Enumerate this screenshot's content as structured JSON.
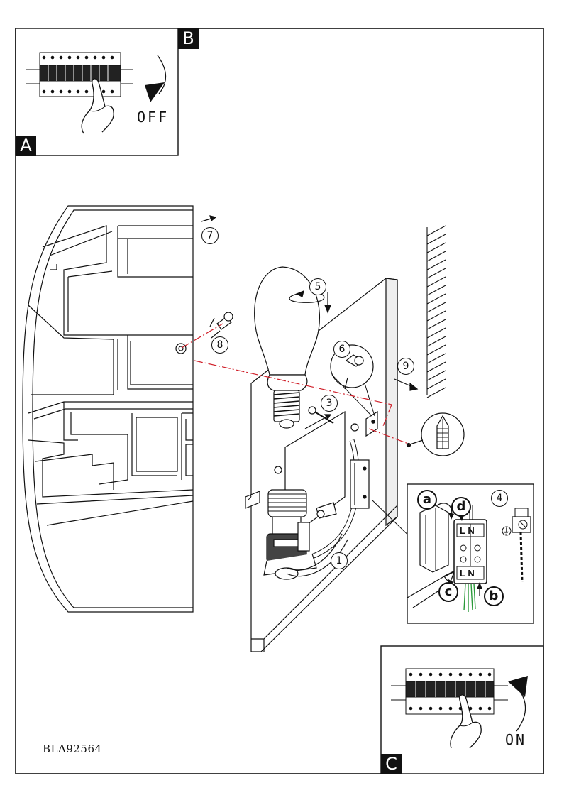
{
  "panels": {
    "a_label": "A",
    "b_label": "B",
    "c_label": "C"
  },
  "switch_states": {
    "off_text": "OFF",
    "on_text": "ON"
  },
  "steps": [
    "7",
    "8",
    "5",
    "6",
    "9",
    "3",
    "2",
    "1",
    "4"
  ],
  "wiring": {
    "callouts": [
      "a",
      "b",
      "c",
      "d"
    ],
    "terminal_top": "L N",
    "terminal_bottom": "L N"
  },
  "earth_symbol": "⏚",
  "product_code": "BLA92564"
}
